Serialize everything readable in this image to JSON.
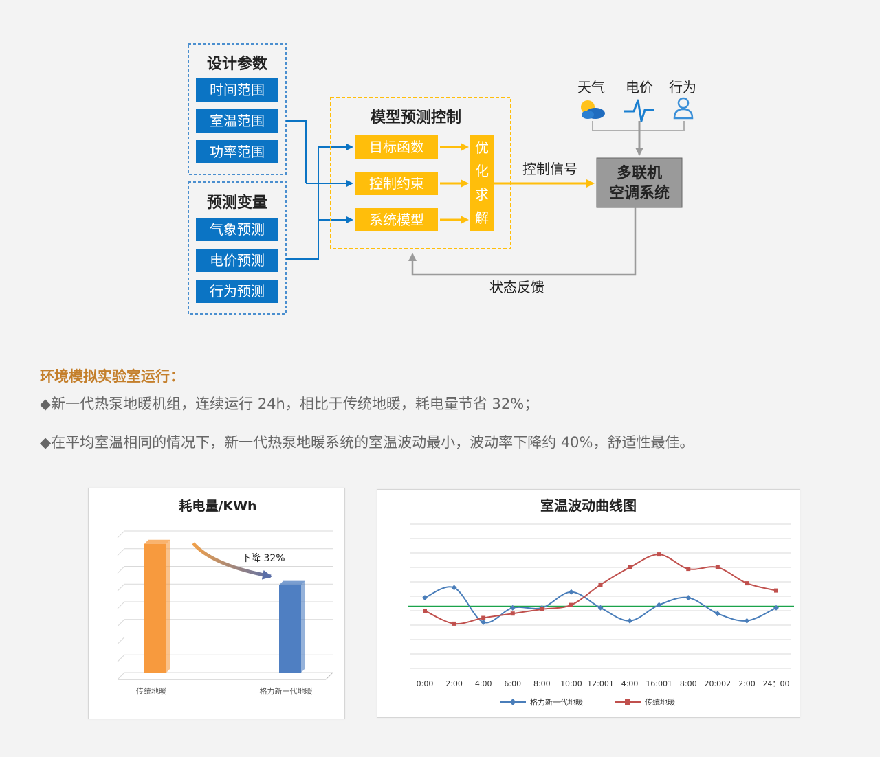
{
  "diagram": {
    "design_params": {
      "title": "设计参数",
      "items": [
        "时间范围",
        "室温范围",
        "功率范围"
      ]
    },
    "predict_vars": {
      "title": "预测变量",
      "items": [
        "气象预测",
        "电价预测",
        "行为预测"
      ]
    },
    "mpc": {
      "title": "模型预测控制",
      "items": [
        "目标函数",
        "控制约束",
        "系统模型"
      ],
      "solver": [
        "优",
        "化",
        "求",
        "解"
      ]
    },
    "control_signal": "控制信号",
    "system": [
      "多联机",
      "空调系统"
    ],
    "inputs": [
      {
        "label": "天气",
        "icon": "weather-icon"
      },
      {
        "label": "电价",
        "icon": "pulse-icon"
      },
      {
        "label": "行为",
        "icon": "person-icon"
      }
    ],
    "feedback": "状态反馈",
    "colors": {
      "blue": "#0b74c4",
      "orange": "#ffbe0b",
      "gray": "#8f8f8f",
      "dash_blue": "#4b8fcf"
    }
  },
  "notes": {
    "heading": "环境模拟实验室运行：",
    "lines": [
      "◆新一代热泵地暖机组，连续运行 24h，相比于传统地暖，耗电量节省 32%；",
      "◆在平均室温相同的情况下，新一代热泵地暖系统的室温波动最小，波动率下降约 40%，舒适性最佳。"
    ]
  },
  "chart_data": [
    {
      "type": "bar",
      "title": "耗电量/KWh",
      "categories": [
        "传统地暖",
        "格力新一代地暖"
      ],
      "values": [
        100,
        68
      ],
      "colors": [
        "#f79a3e",
        "#4f7fc2"
      ],
      "annotation": "下降 32%",
      "ylim": [
        0,
        110
      ],
      "grid": true
    },
    {
      "type": "line",
      "title": "室温波动曲线图",
      "x": [
        "0:00",
        "2:00",
        "4:00",
        "6:00",
        "8:00",
        "10:00",
        "12:001",
        "4:00",
        "16:001",
        "8:00",
        "20:002",
        "2:00",
        "24：00"
      ],
      "series": [
        {
          "name": "格力新一代地暖",
          "color": "#4a7eba",
          "values": [
            4.9,
            5.6,
            3.2,
            4.2,
            4.2,
            5.3,
            4.2,
            3.3,
            4.4,
            4.9,
            3.8,
            3.3,
            4.2
          ]
        },
        {
          "name": "传统地暖",
          "color": "#c0504d",
          "values": [
            4.0,
            3.1,
            3.5,
            3.8,
            4.1,
            4.4,
            5.8,
            7.0,
            7.9,
            6.9,
            7.0,
            5.9,
            5.4
          ]
        }
      ],
      "reference_line": {
        "value": 4.3,
        "color": "#1aa34a"
      },
      "ylim": [
        0,
        10
      ],
      "grid": true,
      "legend": "bottom"
    }
  ]
}
